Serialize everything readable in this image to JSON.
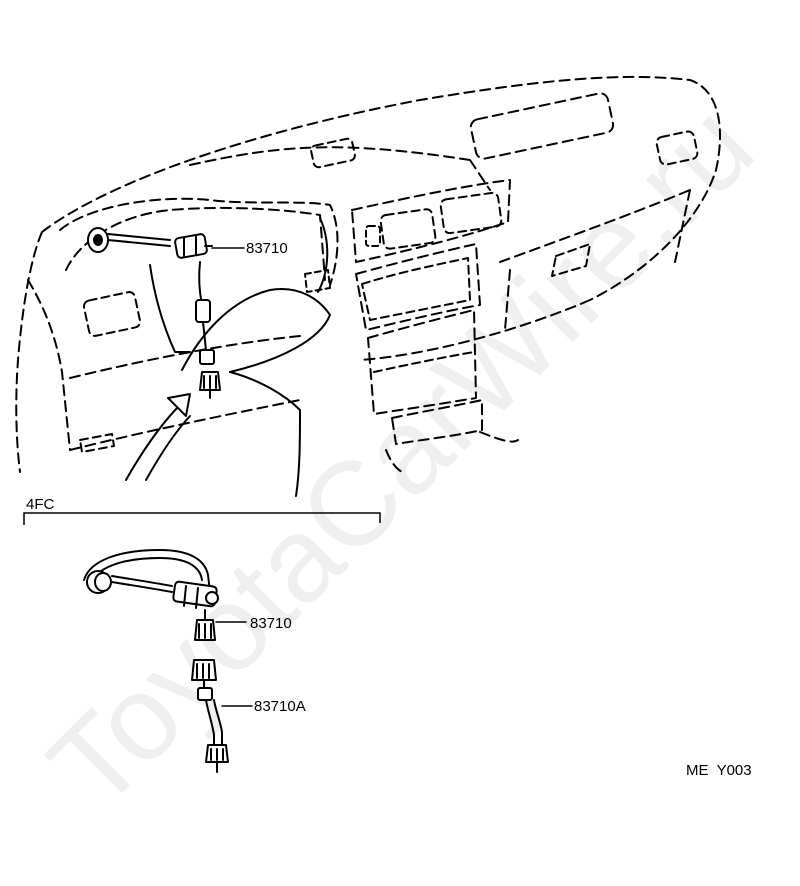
{
  "labels": {
    "part_upper": "83710",
    "section_code": "4FC",
    "part_lower": "83710",
    "part_lower_a": "83710A",
    "diagram_code": "ME  Y003"
  },
  "watermark": "ToyotaCarWire.ru",
  "colors": {
    "ink": "#000000",
    "paper": "#ffffff"
  }
}
